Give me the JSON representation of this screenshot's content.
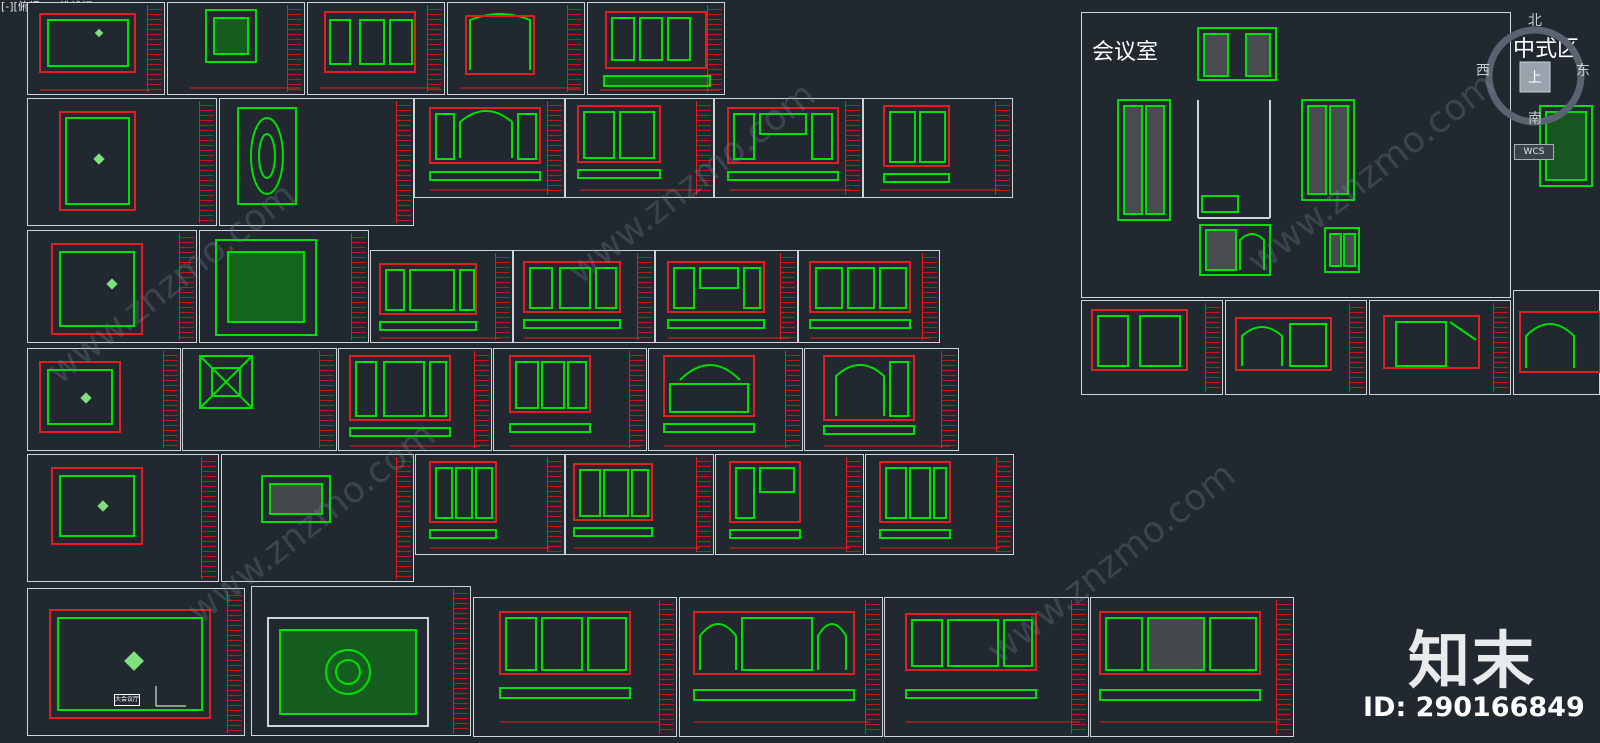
{
  "viewport": {
    "label": "[-][俯视][二维线框]"
  },
  "labels": {
    "room": "会议室",
    "zone": "中式区"
  },
  "viewcube": {
    "north": "北",
    "south": "南",
    "east": "东",
    "west": "西",
    "face": "上",
    "coord_system": "WCS"
  },
  "watermark": {
    "logo": "知末",
    "id": "ID: 290166849",
    "site": "www.znzmo.com"
  },
  "floorplan_room_tag": "大会议厅",
  "colors": {
    "background": "#212830",
    "geometry": "#00e000",
    "border": "#e02020",
    "frame": "#cfd4d8"
  }
}
